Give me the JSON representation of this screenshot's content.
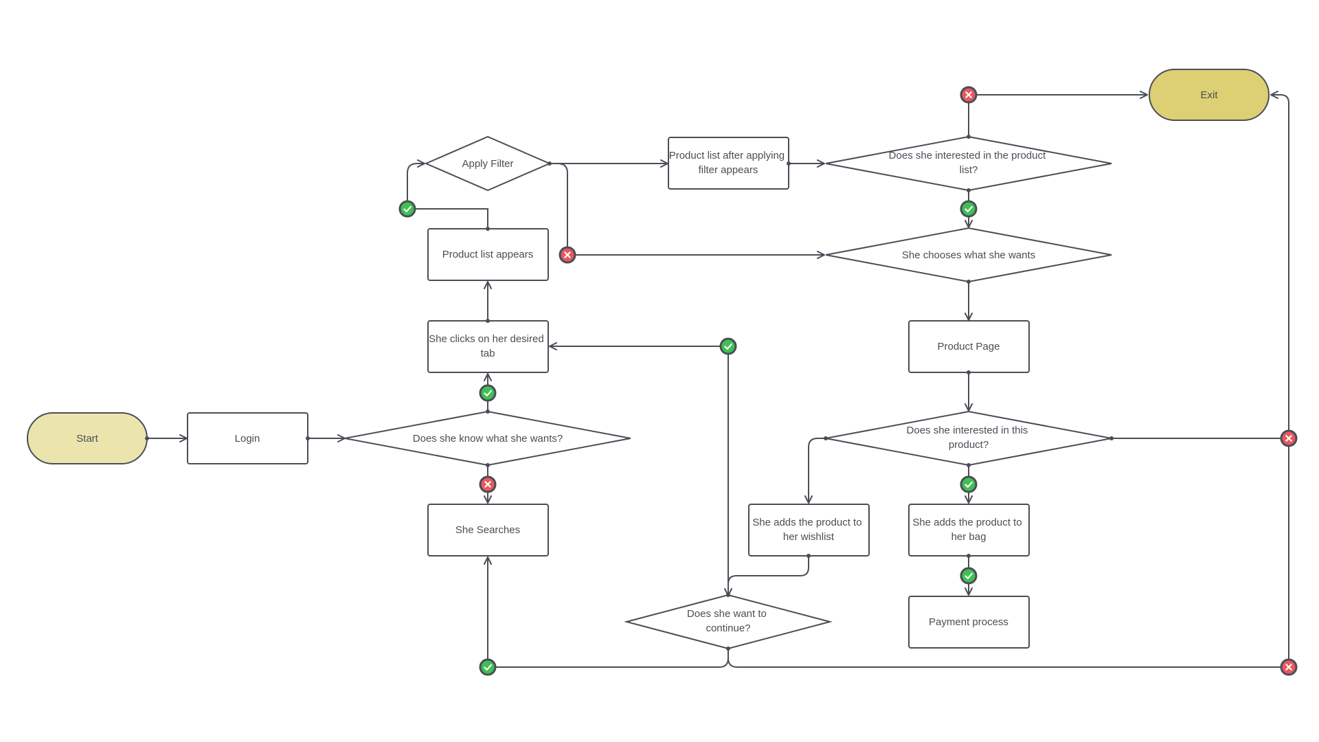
{
  "colors": {
    "stroke": "#4a4d55",
    "text": "#4a4d55",
    "terminal_start": "#ebe5ad",
    "terminal_exit": "#ddcf74",
    "yes": "#3fc055",
    "no": "#e8595e",
    "node_fill": "#ffffff"
  },
  "nodes": {
    "start": {
      "text": [
        "Start"
      ]
    },
    "exit": {
      "text": [
        "Exit"
      ]
    },
    "login": {
      "text": [
        "Login"
      ]
    },
    "know_wants": {
      "text": [
        "Does she know what she wants?"
      ]
    },
    "clicks_tab": {
      "text": [
        "She clicks on her desired",
        "tab"
      ]
    },
    "searches": {
      "text": [
        "She Searches"
      ]
    },
    "list_appears": {
      "text": [
        "Product list appears"
      ]
    },
    "apply_filter": {
      "text": [
        "Apply Filter"
      ]
    },
    "list_filtered": {
      "text": [
        "Product list after applying",
        "filter appears"
      ]
    },
    "interested_list": {
      "text": [
        "Does she interested in the product",
        "list?"
      ]
    },
    "chooses": {
      "text": [
        "She chooses what she wants"
      ]
    },
    "product_page": {
      "text": [
        "Product Page"
      ]
    },
    "interested_product": {
      "text": [
        "Does she interested in this",
        "product?"
      ]
    },
    "wishlist": {
      "text": [
        "She adds the product to",
        "her wishlist"
      ]
    },
    "bag": {
      "text": [
        "She adds the product to",
        "her bag"
      ]
    },
    "payment": {
      "text": [
        "Payment process"
      ]
    },
    "continue": {
      "text": [
        "Does she want to",
        "continue?"
      ]
    }
  },
  "markers": [
    {
      "id": "know-yes",
      "kind": "yes"
    },
    {
      "id": "know-no",
      "kind": "no"
    },
    {
      "id": "filter-yes",
      "kind": "yes"
    },
    {
      "id": "filter-no",
      "kind": "no"
    },
    {
      "id": "list-yes",
      "kind": "yes"
    },
    {
      "id": "list-no",
      "kind": "no"
    },
    {
      "id": "continue-tab-yes",
      "kind": "yes"
    },
    {
      "id": "continue-search-yes",
      "kind": "yes"
    },
    {
      "id": "continue-exit-no",
      "kind": "no"
    },
    {
      "id": "product-yes",
      "kind": "yes"
    },
    {
      "id": "product-no",
      "kind": "no"
    },
    {
      "id": "bag-yes",
      "kind": "yes"
    }
  ]
}
